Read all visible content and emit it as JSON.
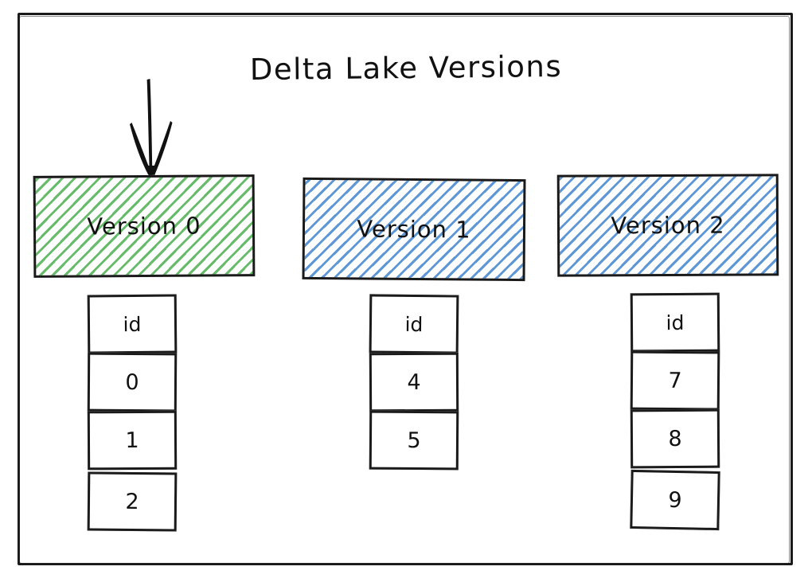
{
  "diagram": {
    "title": "Delta Lake Versions",
    "background_color": "#ffffff",
    "frame_color": "#1a1a1a",
    "arrow": {
      "name": "down-arrow",
      "points_to": "Version 0",
      "color": "#111111"
    },
    "colors": {
      "green_hatch": "#4caf50",
      "blue_hatch": "#4285ce",
      "gray_hatch": "#8c8c8c",
      "ink": "#111111"
    },
    "versions": [
      {
        "label": "Version 0",
        "fill": "green",
        "highlighted": true,
        "table": {
          "header": "id",
          "rows": [
            "0",
            "1",
            "2"
          ]
        }
      },
      {
        "label": "Version 1",
        "fill": "blue",
        "highlighted": false,
        "table": {
          "header": "id",
          "rows": [
            "4",
            "5"
          ]
        }
      },
      {
        "label": "Version 2",
        "fill": "blue",
        "highlighted": false,
        "table": {
          "header": "id",
          "rows": [
            "7",
            "8",
            "9"
          ]
        }
      }
    ]
  }
}
